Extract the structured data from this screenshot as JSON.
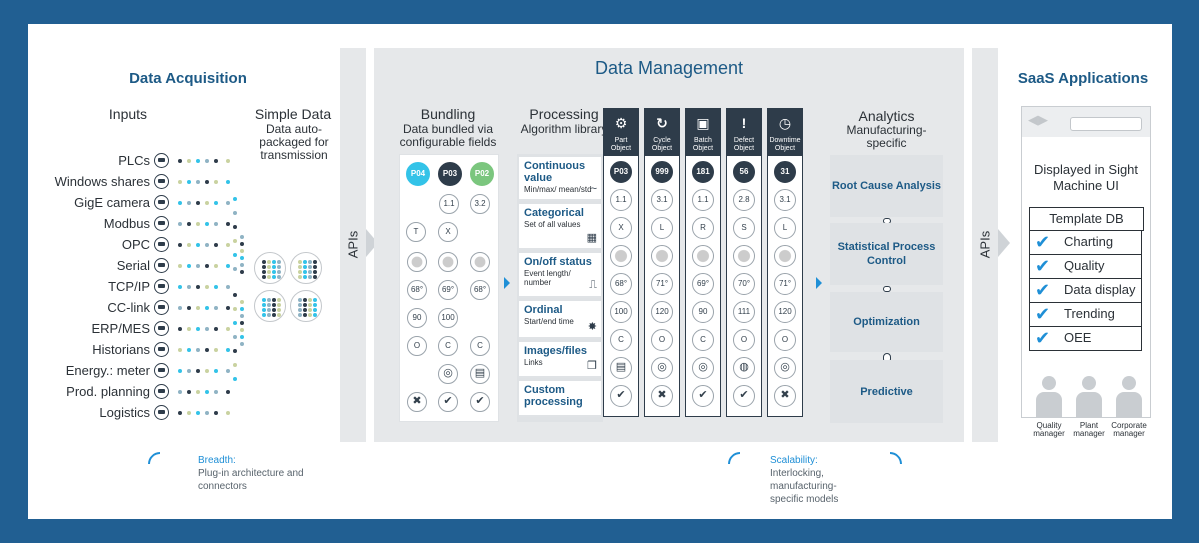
{
  "acquisition": {
    "title": "Data Acquisition",
    "inputs_title": "Inputs",
    "simple_title": "Simple Data",
    "simple_desc": "Data auto-packaged for transmission",
    "inputs": [
      "PLCs",
      "Windows shares",
      "GigE camera",
      "Modbus",
      "OPC",
      "Serial",
      "TCP/IP",
      "CC-link",
      "ERP/MES",
      "Historians",
      "Energy.: meter",
      "Prod. planning",
      "Logistics"
    ],
    "breadth_title": "Breadth:",
    "breadth_desc": "Plug-in architecture and connectors"
  },
  "apis_label": "APIs",
  "management": {
    "title": "Data Management",
    "bundling": {
      "title": "Bundling",
      "desc": "Data bundled via configurable fields",
      "pills": [
        "P04",
        "P03",
        "P02"
      ],
      "nodes": [
        "1.1",
        "3.2",
        "T",
        "X",
        "68°",
        "69°",
        "68°",
        "90",
        "100",
        "O",
        "C",
        "C"
      ]
    },
    "processing": {
      "title": "Processing",
      "desc": "Algorithm library",
      "rows": [
        {
          "title": "Continuous value",
          "desc": "Min/max/ mean/std",
          "icon": "~"
        },
        {
          "title": "Categorical",
          "desc": "Set of all values",
          "icon": "▦"
        },
        {
          "title": "On/off status",
          "desc": "Event length/ number",
          "icon": "⎍"
        },
        {
          "title": "Ordinal",
          "desc": "Start/end time",
          "icon": "✸"
        },
        {
          "title": "Images/files",
          "desc": "Links",
          "icon": "❐"
        },
        {
          "title": "Custom processing",
          "desc": "",
          "icon": ""
        }
      ]
    },
    "objects": [
      {
        "name": "Part Object",
        "icon": "gear-icon",
        "glyph": "⚙",
        "cells": [
          "P03",
          "1.1",
          "X",
          "",
          "68°",
          "100",
          "C",
          "▤",
          "✔"
        ]
      },
      {
        "name": "Cycle Object",
        "icon": "cycle-icon",
        "glyph": "↻",
        "cells": [
          "999",
          "3.1",
          "L",
          "",
          "71°",
          "120",
          "O",
          "◎",
          "✖"
        ]
      },
      {
        "name": "Batch Object",
        "icon": "box-icon",
        "glyph": "▣",
        "cells": [
          "181",
          "1.1",
          "R",
          "",
          "69°",
          "90",
          "C",
          "◎",
          "✔"
        ]
      },
      {
        "name": "Defect Object",
        "icon": "alert-icon",
        "glyph": "!",
        "cells": [
          "56",
          "2.8",
          "S",
          "",
          "70°",
          "111",
          "O",
          "◍",
          "✔"
        ]
      },
      {
        "name": "Downtime Object",
        "icon": "clock-icon",
        "glyph": "◷",
        "cells": [
          "31",
          "3.1",
          "L",
          "",
          "71°",
          "120",
          "O",
          "◎",
          "✖"
        ]
      }
    ],
    "analytics": {
      "title": "Analytics",
      "desc": "Manufacturing-specific",
      "boxes": [
        "Root Cause Analysis",
        "Statistical Process Control",
        "Optimization",
        "Predictive"
      ]
    },
    "scalability_title": "Scalability:",
    "scalability_desc": "Interlocking, manufacturing-specific models"
  },
  "saas": {
    "title": "SaaS Applications",
    "display_text": "Displayed in Sight Machine UI",
    "template_title": "Template DB",
    "items": [
      "Charting",
      "Quality",
      "Data display",
      "Trending",
      "OEE"
    ],
    "people": [
      "Quality manager",
      "Plant manager",
      "Corporate manager"
    ]
  },
  "colors": {
    "bg": "#215f92",
    "accent": "#1d5a86",
    "dark": "#2e3c4a",
    "check": "#1f8fd6",
    "green": "#7bc67e",
    "cyan": "#33c3e8"
  }
}
